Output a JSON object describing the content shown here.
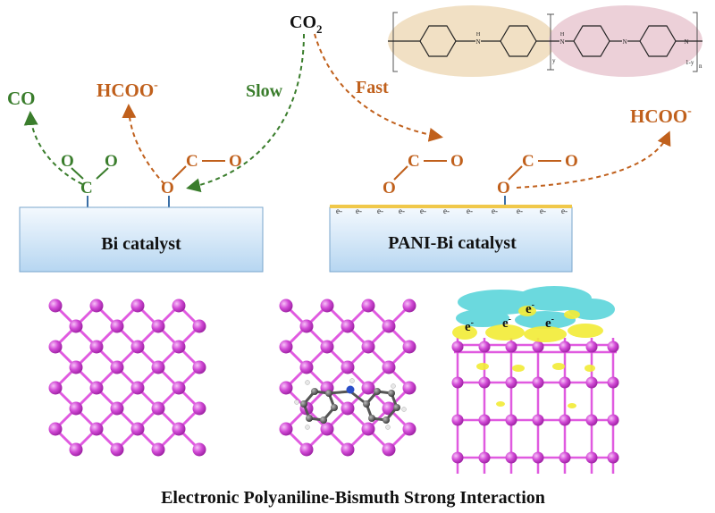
{
  "labels": {
    "co2_main": "CO",
    "co2_sub": "2",
    "co": "CO",
    "hcoo_left": "HCOO",
    "hcoo_right": "HCOO",
    "minus": "-",
    "slow": "Slow",
    "fast": "Fast",
    "bi_catalyst": "Bi catalyst",
    "pani_bi_catalyst": "PANI-Bi catalyst",
    "atom_o": "O",
    "atom_c": "C",
    "electron": "e",
    "caption": "Electronic Polyaniline-Bismuth Strong Interaction",
    "polymer_y": "y",
    "polymer_1y": "1-y",
    "polymer_n": "n",
    "polymer_h": "H",
    "polymer_n_atom": "N"
  },
  "colors": {
    "green": "#3a7d2c",
    "orange": "#c0601c",
    "bismuth": "#d24ad6",
    "bond": "#e05ae0",
    "slab_top": "#f3f8fd",
    "slab_bottom": "#b8d8f2",
    "pani_layer": "#f0c84a",
    "charge_cyan": "#5fd6dc",
    "charge_yellow": "#f2ec3a",
    "oval_left": "#f1e0c4",
    "oval_right": "#ecd0d8"
  }
}
